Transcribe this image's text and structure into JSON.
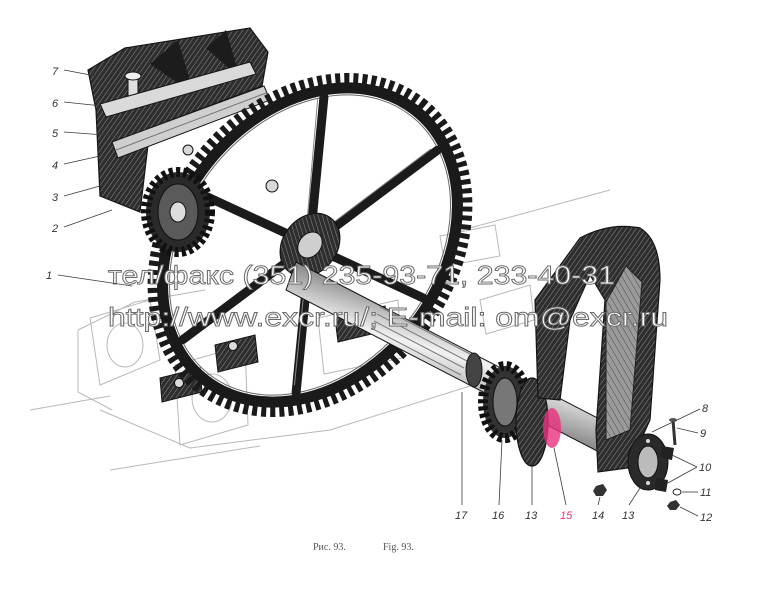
{
  "figure": {
    "callouts_left": [
      "7",
      "6",
      "5",
      "4",
      "3",
      "2",
      "1"
    ],
    "callouts_right": [
      "8",
      "9",
      "10",
      "11",
      "12"
    ],
    "callouts_bottom": [
      "17",
      "16",
      "13",
      "15",
      "14",
      "13"
    ],
    "caption_ru": "Рис. 93.",
    "caption_en": "Fig. 93."
  },
  "watermark": {
    "line1": "тел/факс (351) 235-93-71, 233-40-31",
    "line2": "http://www.excr.ru/; E-mail: om@excr.ru"
  },
  "colors": {
    "ink": "#1c1c1c",
    "highlight": "#e8317c",
    "watermark_outline": "#6a6a6a"
  }
}
